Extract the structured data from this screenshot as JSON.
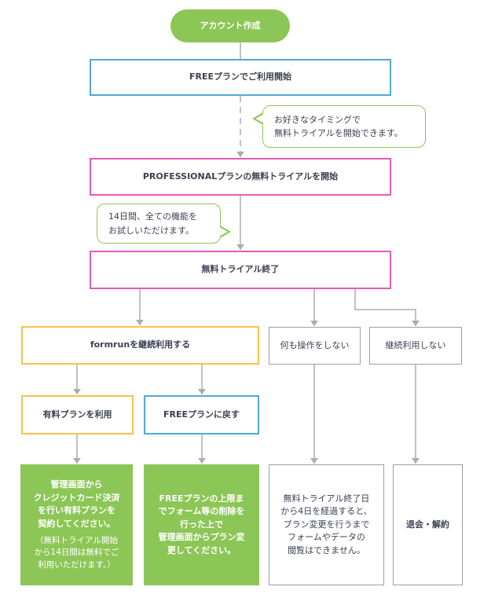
{
  "colors": {
    "green": "#8cc656",
    "blue": "#4fa9dc",
    "pink": "#e85bb2",
    "yellow": "#f6c34a",
    "gray": "#9aa0a6",
    "connector": "#a9adb2"
  },
  "nodes": {
    "start": "アカウント作成",
    "free_plan": "FREEプランでご利用開始",
    "pro_trial": "PROFESSIONALプランの無料トライアルを開始",
    "trial_end": "無料トライアル終了",
    "continue": "formrunを継続利用する",
    "no_action": "何も操作をしない",
    "no_continue": "継続利用しない",
    "paid_plan": "有料プランを利用",
    "back_free": "FREEプランに戻す",
    "paid_result": "管理画面から\nクレジットカード決済\nを行い有料プランを\n契約してください。",
    "paid_note": "（無料トライアル開始\nから14日間は無料でご\n利用いただけます。）",
    "free_result": "FREEプランの上限ま\nでフォーム等の削除を\n行った上で\n管理画面からプラン変\n更してください。",
    "no_action_result": "無料トライアル終了日\nから4日を経過すると、\nプラン変更を行うまで\nフォームやデータの\n閲覧はできません。",
    "withdraw_result": "退会・解約"
  },
  "bubbles": {
    "anytime": "お好きなタイミングで\n無料トライアルを開始できます。",
    "fourteen_days": "14日間、全ての機能を\nお試しいただけます。"
  }
}
